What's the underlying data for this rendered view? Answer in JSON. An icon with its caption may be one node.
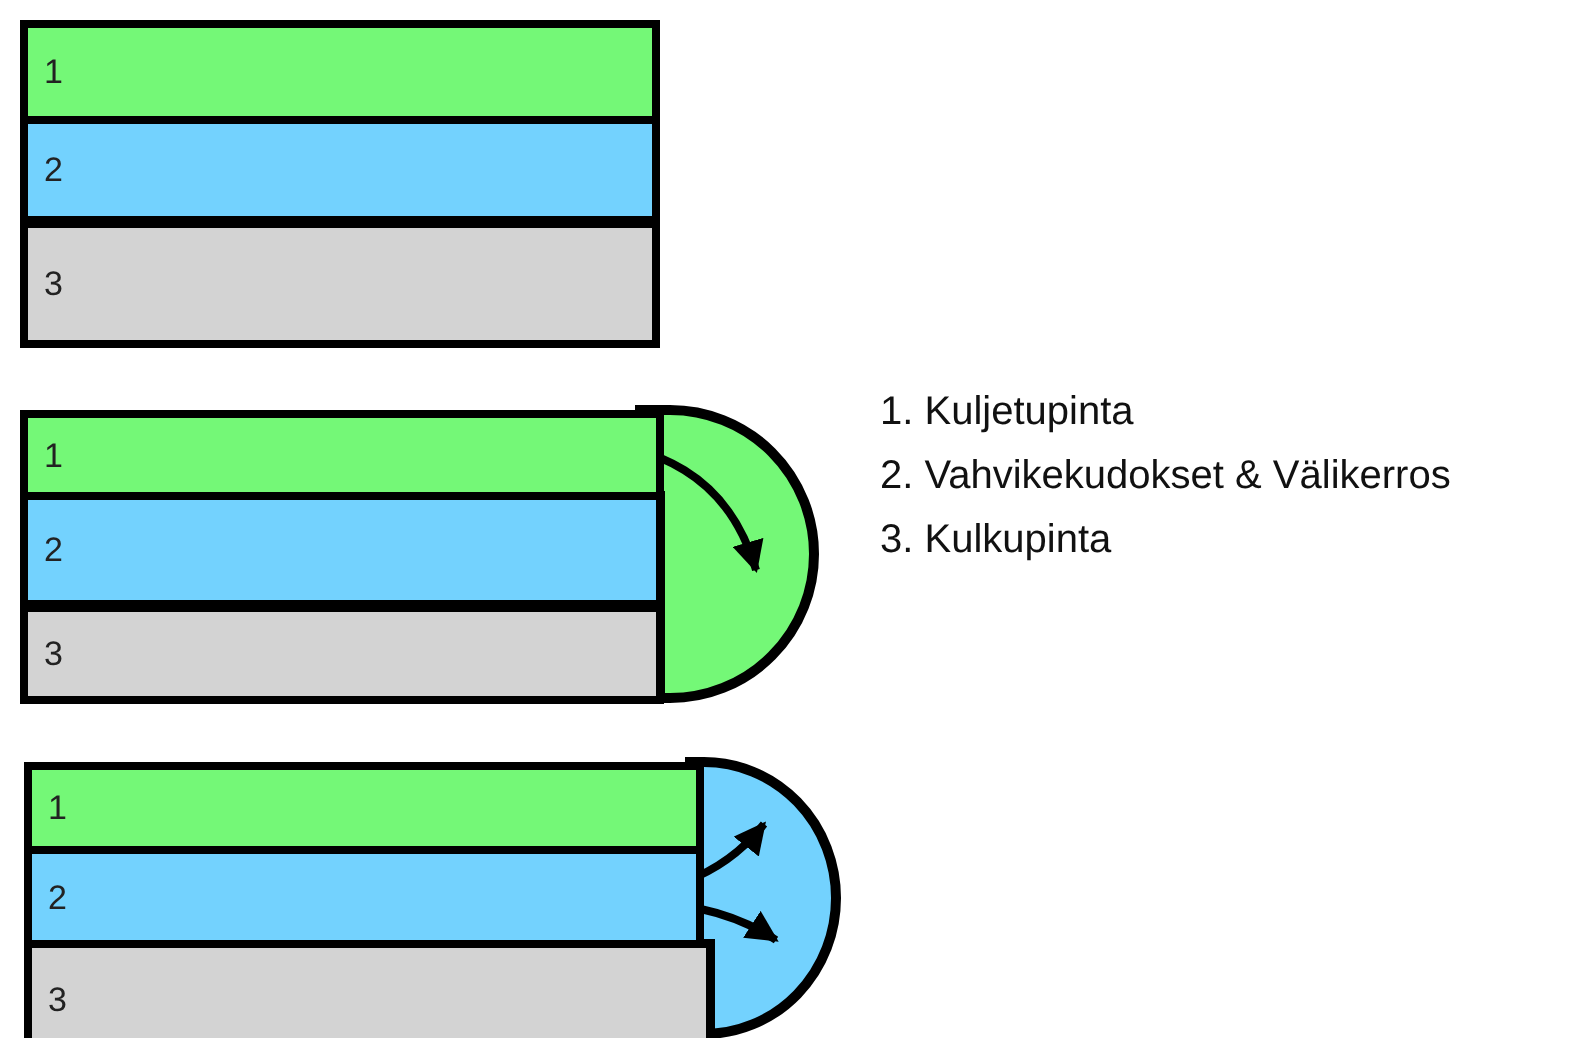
{
  "diagram": {
    "nodes": [
      {
        "text": [
          "1"
        ]
      },
      {
        "text": [
          "2"
        ]
      },
      {
        "text": [
          "3"
        ]
      },
      {
        "text": [
          "1"
        ]
      },
      {
        "text": [
          "2"
        ]
      },
      {
        "text": [
          "3"
        ]
      },
      {
        "text": [
          "1"
        ]
      },
      {
        "text": [
          "2"
        ]
      },
      {
        "text": [
          "3"
        ]
      }
    ],
    "labels": [
      "1. Kuljetupinta",
      "2. Vahvikekudokset & Välikerros",
      "3. Kulkupinta"
    ]
  }
}
